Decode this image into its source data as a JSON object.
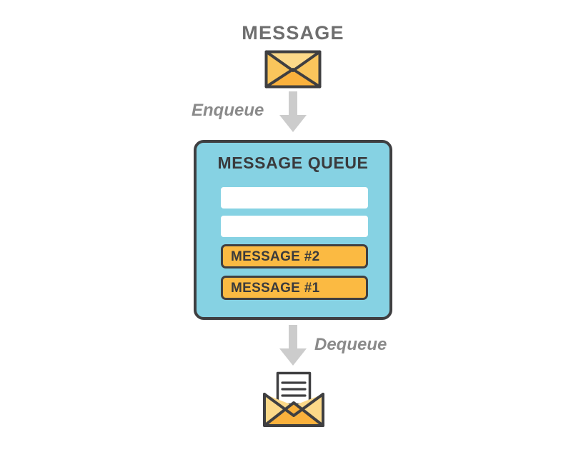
{
  "diagram": {
    "top_label": "MESSAGE",
    "enqueue_label": "Enqueue",
    "dequeue_label": "Dequeue",
    "queue": {
      "title": "MESSAGE QUEUE",
      "slots": [
        {
          "kind": "empty",
          "label": ""
        },
        {
          "kind": "empty",
          "label": ""
        },
        {
          "kind": "filled",
          "label": "MESSAGE #2"
        },
        {
          "kind": "filled",
          "label": "MESSAGE #1"
        }
      ]
    },
    "icons": {
      "top_envelope": "closed-envelope-icon",
      "bottom_envelope": "open-envelope-with-letter-icon",
      "enqueue_arrow": "arrow-down-icon",
      "dequeue_arrow": "arrow-down-icon"
    },
    "colors": {
      "queue_fill": "#86D2E3",
      "outline": "#3F3F41",
      "message_fill": "#FBBA42",
      "envelope_light": "#FCD989",
      "envelope_mid": "#F9C55C",
      "envelope_dark": "#FAB13C",
      "arrow_gray": "#CCCCCC",
      "title_gray": "#6E6E6E",
      "label_gray": "#8A8A8A",
      "slot_white": "#FFFFFF",
      "background": "#FFFFFF"
    }
  }
}
